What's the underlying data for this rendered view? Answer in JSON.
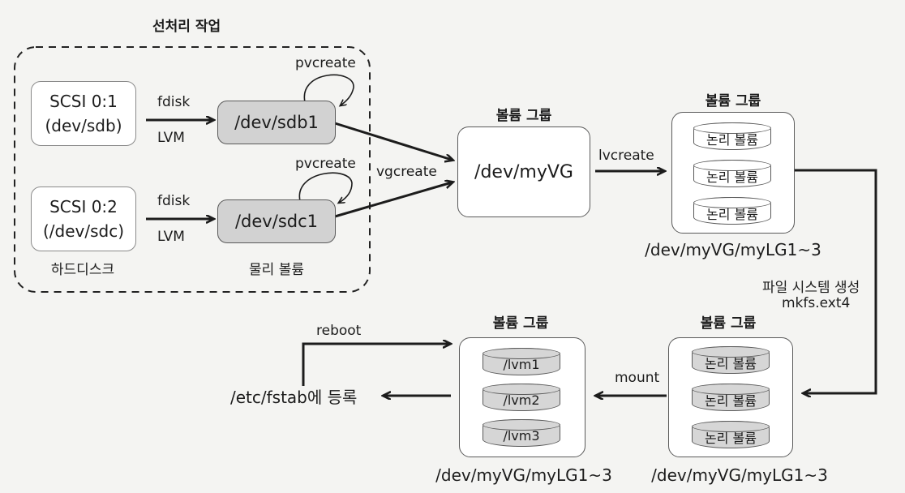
{
  "preprocess": {
    "title": "선처리 작업",
    "disks_label": "하드디스크",
    "pv_label": "물리 볼륨",
    "disk1": {
      "name": "SCSI 0:1",
      "dev": "(dev/sdb)"
    },
    "disk2": {
      "name": "SCSI 0:2",
      "dev": "(/dev/sdc)"
    },
    "fdisk_label": "fdisk",
    "lvm_label": "LVM",
    "pvcreate_label": "pvcreate",
    "pv1": "/dev/sdb1",
    "pv2": "/dev/sdc1"
  },
  "vg_step": {
    "command": "vgcreate",
    "title": "볼륨 그룹",
    "device": "/dev/myVG"
  },
  "lv_step": {
    "command": "lvcreate",
    "title": "볼륨 그룹",
    "volume_label": "논리 볼륨",
    "path": "/dev/myVG/myLG1~3"
  },
  "fs_step": {
    "label": "파일 시스템 생성",
    "command": "mkfs.ext4"
  },
  "mount_step": {
    "title": "볼륨 그룹",
    "volume_label": "논리 볼륨",
    "path": "/dev/myVG/myLG1~3",
    "command": "mount"
  },
  "mounted": {
    "title": "볼륨 그룹",
    "mounts": [
      "/lvm1",
      "/lvm2",
      "/lvm3"
    ],
    "path": "/dev/myVG/myLG1~3"
  },
  "fstab": {
    "label": "/etc/fstab에 등록",
    "reboot": "reboot"
  }
}
